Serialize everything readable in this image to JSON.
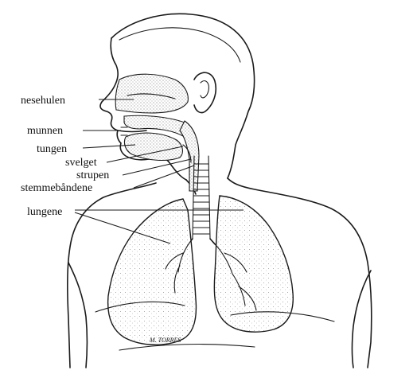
{
  "labels": {
    "nesehulen": "nesehulen",
    "munnen": "munnen",
    "tungen": "tungen",
    "svelget": "svelget",
    "strupen": "strupen",
    "stemmebandene": "stemmebåndene",
    "lungene": "lungene"
  },
  "signature": "M. TORRES"
}
